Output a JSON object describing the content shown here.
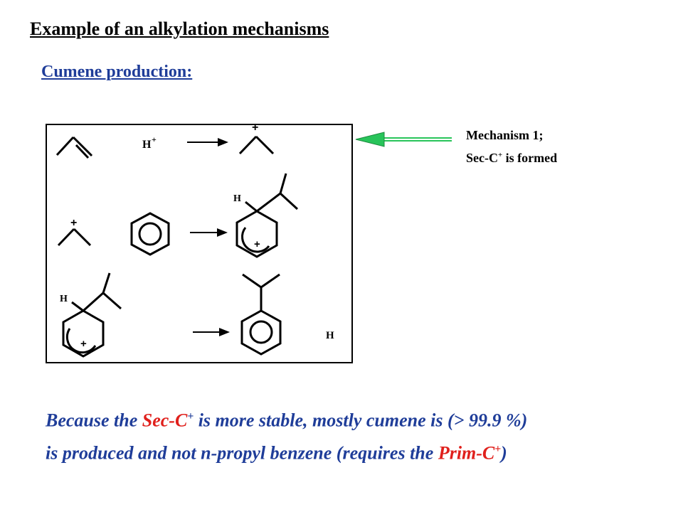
{
  "title": "Example of an alkylation mechanisms",
  "subtitle": "Cumene production:",
  "mechanism": {
    "name": "Mechanism 1;",
    "carbocation": "Sec-C",
    "charge": "+",
    "rest": " is formed"
  },
  "scheme": {
    "h_plus": "H",
    "plus": "+",
    "h": "H",
    "h_prime": "H"
  },
  "conclusion": {
    "pre1": "Because the ",
    "sec": "Sec-C",
    "sec_charge": "+",
    "post1": " is more stable, mostly cumene is (> 99.9 %)",
    "pre2": "is produced and not n-propyl benzene (requires the ",
    "prim": "Prim-C",
    "prim_charge": "+",
    "post2": ")"
  },
  "colors": {
    "heading_blue": "#1f3d99",
    "highlight_red": "#e0201c",
    "arrow_green": "#28c45a"
  }
}
